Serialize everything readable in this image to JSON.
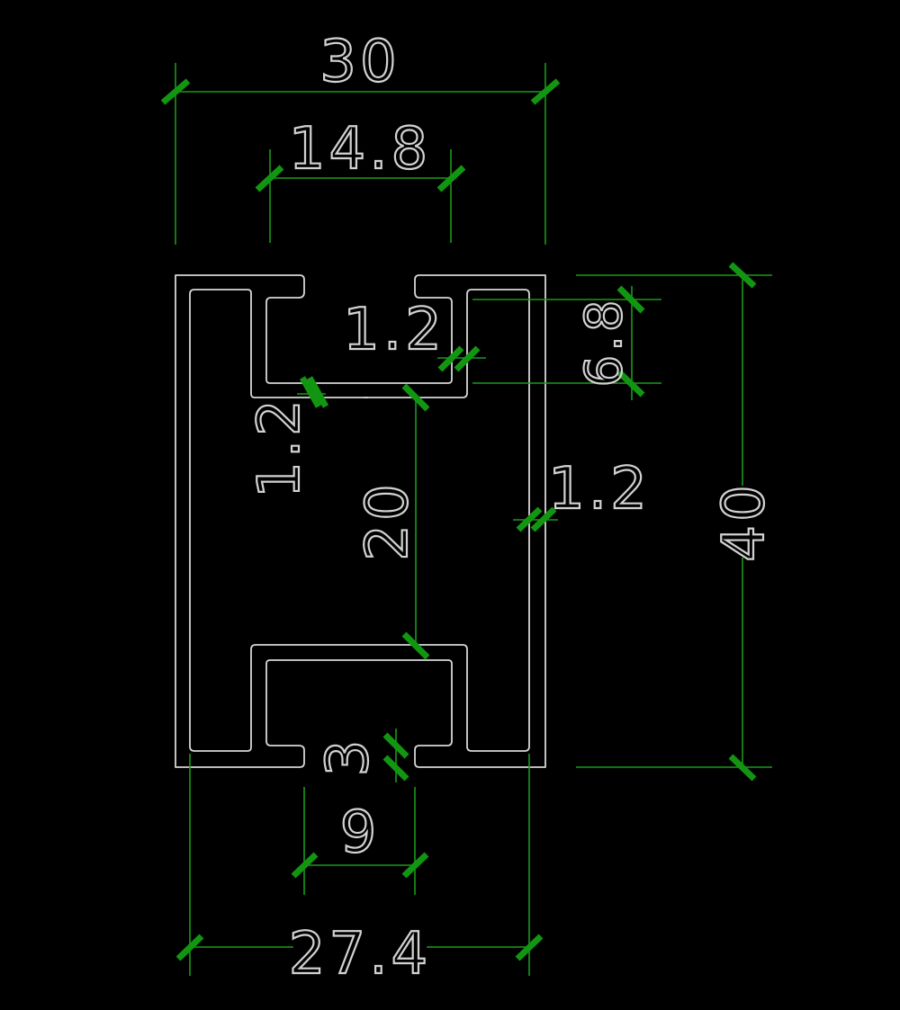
{
  "drawing": {
    "dimensions": {
      "overall_width": "30",
      "slot_top_width": "14.8",
      "top_slot_wall": "1.2",
      "slot_depth": "6.8",
      "left_wall": "1.2",
      "right_wall": "1.2",
      "web_height": "20",
      "overall_height": "40",
      "bottom_lip_gap": "3",
      "bottom_slot_opening": "9",
      "inner_width": "27.4"
    },
    "colors": {
      "background": "#000000",
      "profile_outline": "#d6d6d6",
      "dimension_lines": "#1a9a1a",
      "dimension_ticks": "#129612",
      "dimension_text": "#d2d2d2"
    }
  }
}
